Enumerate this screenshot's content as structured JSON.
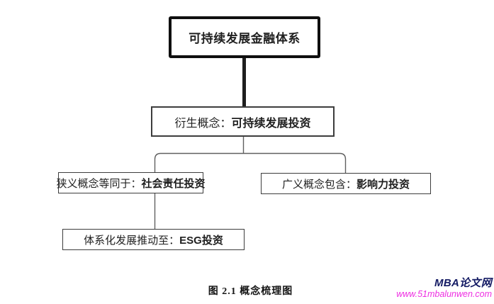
{
  "diagram": {
    "root": {
      "label": "可持续发展金融体系"
    },
    "derived": {
      "prefix": "衍生概念：",
      "bold": "可持续发展投资"
    },
    "narrow": {
      "prefix": "狭义概念等同于：",
      "bold": "社会责任投资"
    },
    "broad": {
      "prefix": "广义概念包含：",
      "bold": "影响力投资"
    },
    "esg": {
      "prefix": "体系化发展推动至：",
      "bold": "ESG投资"
    }
  },
  "caption": "图 2.1  概念梳理图",
  "watermark": {
    "site_name": "MBA论文网",
    "site_url": "www.51mbalunwen.com",
    "site_name_color": "#131a63",
    "site_url_color": "#ee2ee2"
  },
  "colors": {
    "background": "#ffffff",
    "root_border": "#0f0f0f",
    "box_border": "#3d3d3d",
    "connector": "#606060",
    "thick_connector": "#1f1f1f",
    "text": "#1f1f1f"
  }
}
